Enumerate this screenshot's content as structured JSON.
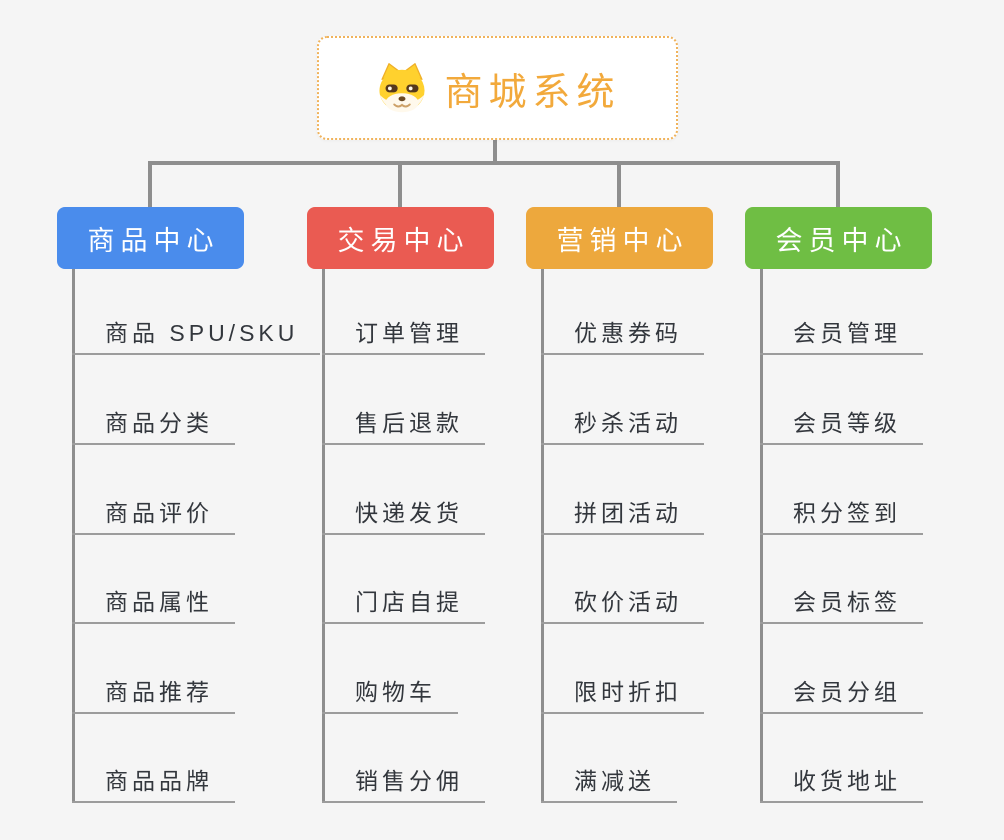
{
  "root": {
    "title": "商城系统",
    "icon": "shiba-dog-face-icon",
    "accent_color": "#F2A93B",
    "border_color": "#F0B35C"
  },
  "canvas": {
    "background_color": "#F5F5F5",
    "connector_color": "#8E8E8E",
    "leaf_underline_color": "#9C9C9C",
    "leaf_text_color": "#33373D"
  },
  "branches": [
    {
      "label": "商品中心",
      "color": "#4A8CEC",
      "items": [
        "商品 SPU/SKU",
        "商品分类",
        "商品评价",
        "商品属性",
        "商品推荐",
        "商品品牌"
      ]
    },
    {
      "label": "交易中心",
      "color": "#EA5B52",
      "items": [
        "订单管理",
        "售后退款",
        "快递发货",
        "门店自提",
        "购物车",
        "销售分佣"
      ]
    },
    {
      "label": "营销中心",
      "color": "#EDA83D",
      "items": [
        "优惠券码",
        "秒杀活动",
        "拼团活动",
        "砍价活动",
        "限时折扣",
        "满减送"
      ]
    },
    {
      "label": "会员中心",
      "color": "#6FBE44",
      "items": [
        "会员管理",
        "会员等级",
        "积分签到",
        "会员标签",
        "会员分组",
        "收货地址"
      ]
    }
  ]
}
